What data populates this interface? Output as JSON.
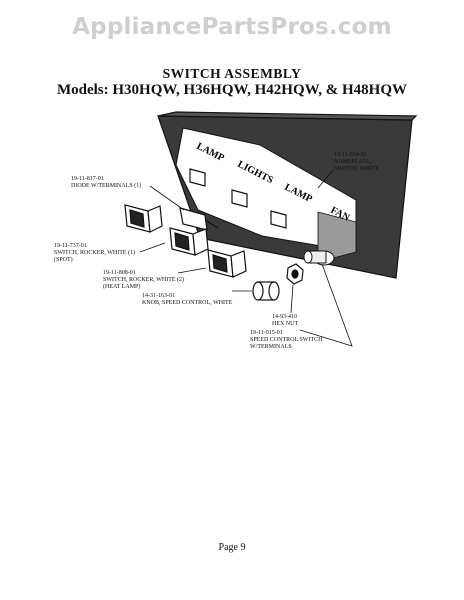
{
  "watermark": "AppliancePartsPros.com",
  "title": "SWITCH ASSEMBLY",
  "subtitle": "Models: H30HQW, H36HQW, H42HQW, & H48HQW",
  "panel_labels": {
    "lamp_left": "LAMP",
    "lights": "LIGHTS",
    "lamp_right": "LAMP",
    "fan": "FAN"
  },
  "callouts": {
    "nameplate": {
      "part": "19-11-914-02",
      "line1": "NAMEPLATE,",
      "line2": "SWITCH, WHITE"
    },
    "diode": {
      "part": "19-11-817-01",
      "line1": "DIODE W/TERMINALS (1)"
    },
    "rocker_spot": {
      "part": "19-11-737-01",
      "line1": "SWITCH, ROCKER, WHITE (1)",
      "line2": "(SPOT)"
    },
    "rocker_heat": {
      "part": "19-11-808-01",
      "line1": "SWITCH, ROCKER, WHITE (2)",
      "line2": "(HEAT LAMP)"
    },
    "knob": {
      "part": "14-31-163-01",
      "line1": "KNOB, SPEED CONTROL, WHITE"
    },
    "hex_nut": {
      "part": "14-93-410",
      "line1": "HEX NUT"
    },
    "speed_switch": {
      "part": "19-11-915-01",
      "line1": "SPEED CONTROL SWITCH",
      "line2": "W/TERMINALS"
    }
  },
  "footer": "Page 9"
}
